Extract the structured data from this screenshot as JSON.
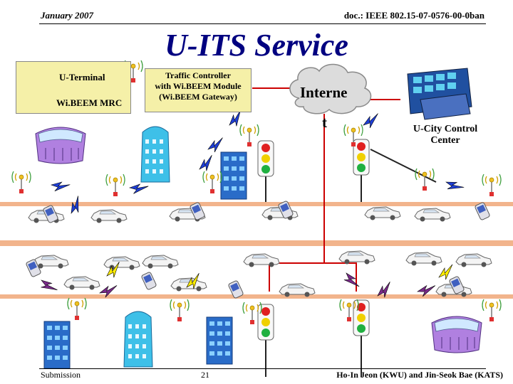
{
  "header": {
    "date": "January 2007",
    "doc": "doc.: IEEE 802.15-07-0576-00-0ban"
  },
  "title": "U-ITS Service",
  "legend": {
    "terminal": "U-Terminal",
    "mrc": "Wi.BEEM MRC"
  },
  "traffic_controller": {
    "line1": "Traffic Controller",
    "line2": "with Wi.BEEM Module",
    "line3": "(Wi.BEEM Gateway)"
  },
  "internet": {
    "line1": "Interne",
    "line2": "t"
  },
  "control_center": {
    "line1": "U-City Control",
    "line2": "Center"
  },
  "footer": {
    "left": "Submission",
    "page": "21",
    "right": "Ho-In Jeon (KWU) and Jin-Seok Bae (KATS)"
  },
  "colors": {
    "title": "#000080",
    "label_bg": "#f5f0a8",
    "road_pink": "#f2b48c",
    "network_red": "#cc0000",
    "link_blue": "#1f3fd6",
    "link_purple": "#7a2a8a",
    "link_yellow": "#ffee00",
    "building_cyan": "#3ec0e8",
    "building_blue": "#2a6cc8",
    "sports_purple": "#b080e0"
  },
  "icons": [
    "pda-icon",
    "antenna-icon",
    "traffic-light-icon",
    "car-icon",
    "building-icon",
    "sports-building-icon",
    "cloud-icon",
    "control-room-icon",
    "lightning-icon"
  ]
}
